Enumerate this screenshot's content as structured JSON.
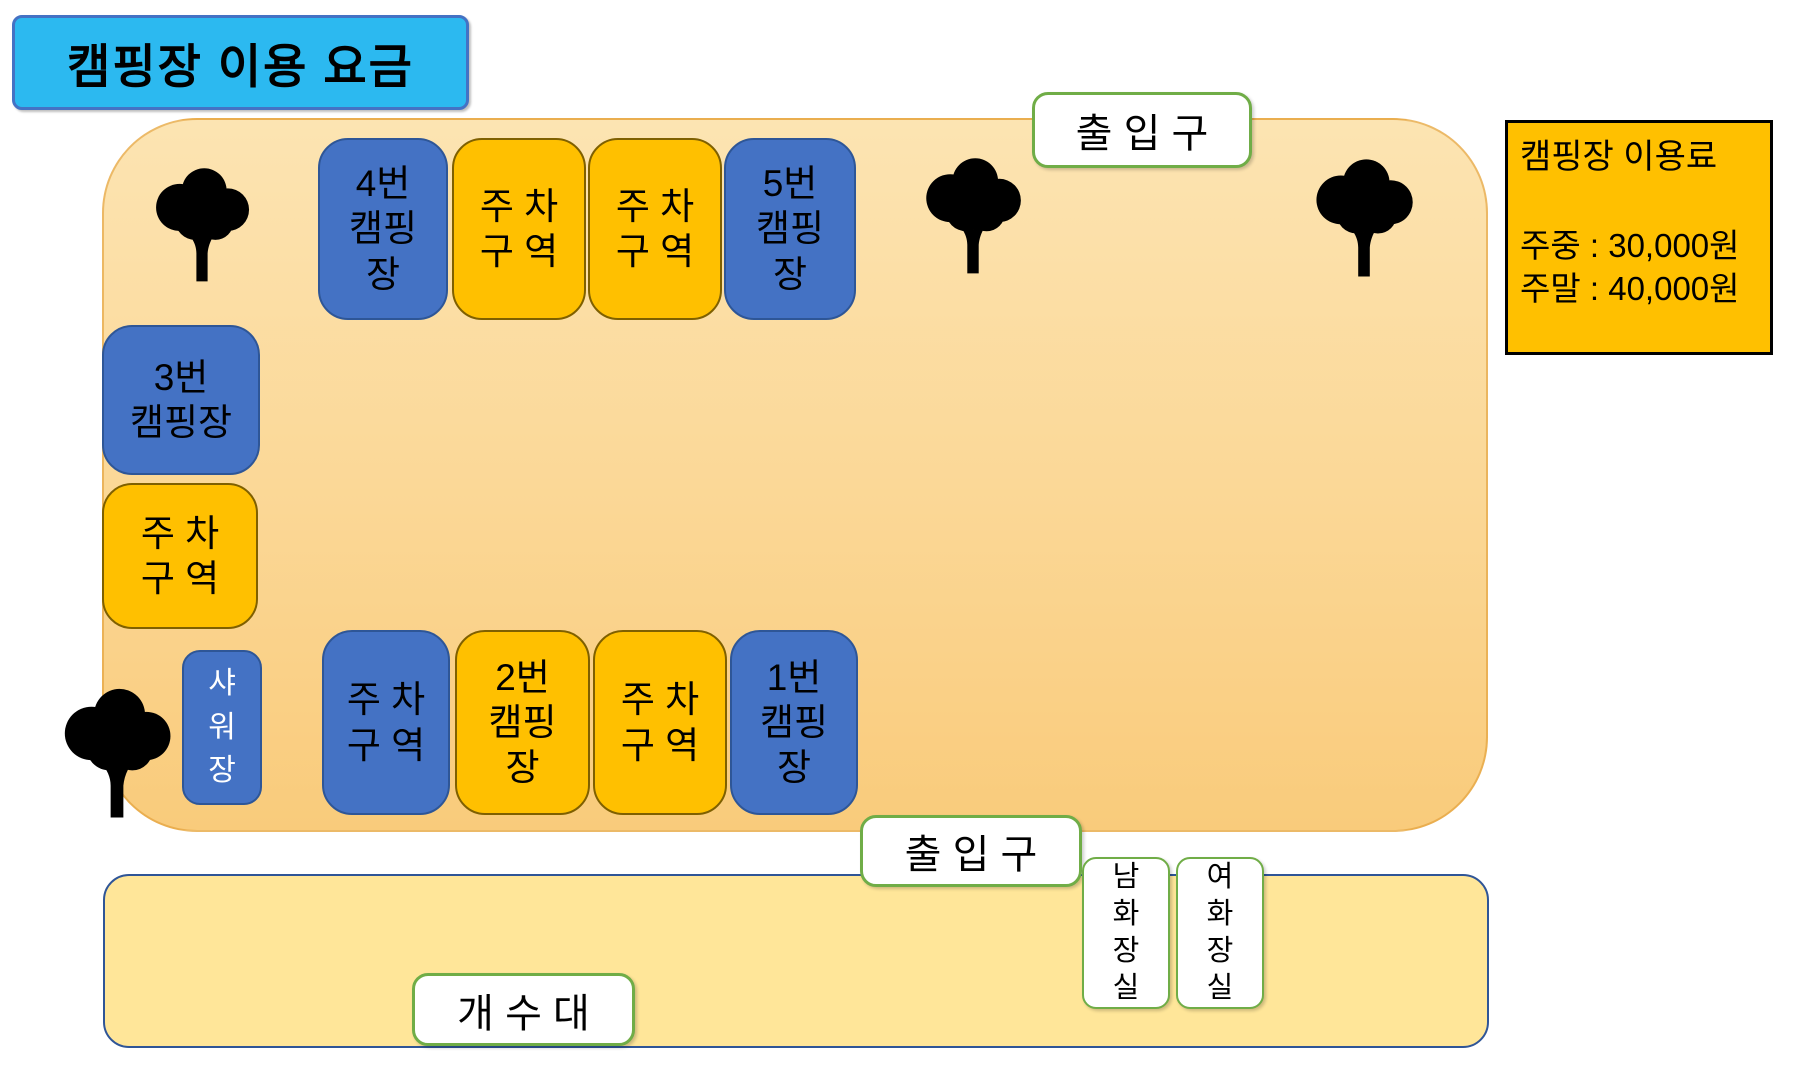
{
  "banner": {
    "label": "캠핑장 이용 요금"
  },
  "fee_box": {
    "title": "캠핑장 이용료",
    "weekday_price": "주중 : 30,000원",
    "weekend_price": "주말 : 40,000원"
  },
  "entrances": {
    "top": "출 입 구",
    "bottom": "출 입 구"
  },
  "service_area": {
    "sink": "개 수 대",
    "mens_toilet": "남\n화\n장\n실",
    "womens_toilet": "여\n화\n장\n실"
  },
  "zones": [
    {
      "label": "4번\n캠핑\n장",
      "kind": "campsite"
    },
    {
      "label": "주 차\n구 역",
      "kind": "parking"
    },
    {
      "label": "주 차\n구 역",
      "kind": "parking"
    },
    {
      "label": "5번\n캠핑\n장",
      "kind": "campsite"
    },
    {
      "label": "3번\n캠핑장",
      "kind": "campsite"
    },
    {
      "label": "주 차\n구 역",
      "kind": "parking"
    },
    {
      "label": "샤\n워\n장",
      "kind": "shower"
    },
    {
      "label": "주 차\n구 역",
      "kind": "parking"
    },
    {
      "label": "2번\n캠핑\n장",
      "kind": "campsite"
    },
    {
      "label": "주 차\n구 역",
      "kind": "parking"
    },
    {
      "label": "1번\n캠핑\n장",
      "kind": "campsite"
    }
  ],
  "icons": {
    "tree": "tree-icon",
    "tree_count": 4
  },
  "colors": {
    "banner_fill": "#2CB9F0",
    "banner_border": "#4472C4",
    "campsite_blue": "#4472C4",
    "parking_gold": "#FFC000",
    "ground_top": "#FCE4B2",
    "ground_bottom": "#F9CB7B",
    "strip_fill": "#FFE699",
    "strip_border": "#2F5597",
    "white_box_border": "#70AD47",
    "fee_box_fill": "#FFC000",
    "tree": "#000000"
  }
}
